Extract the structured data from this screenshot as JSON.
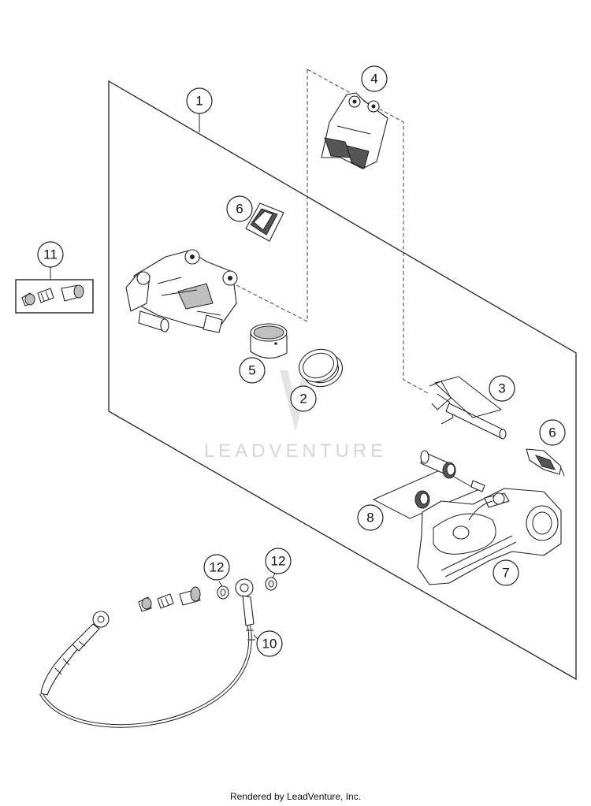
{
  "callouts": {
    "c1": "1",
    "c2": "2",
    "c3": "3",
    "c4": "4",
    "c5": "5",
    "c6a": "6",
    "c6b": "6",
    "c7": "7",
    "c8": "8",
    "c10": "10",
    "c11": "11",
    "c12a": "12",
    "c12b": "12"
  },
  "watermark": "LEADVENTURE",
  "footer": "Rendered by LeadVenture, Inc."
}
